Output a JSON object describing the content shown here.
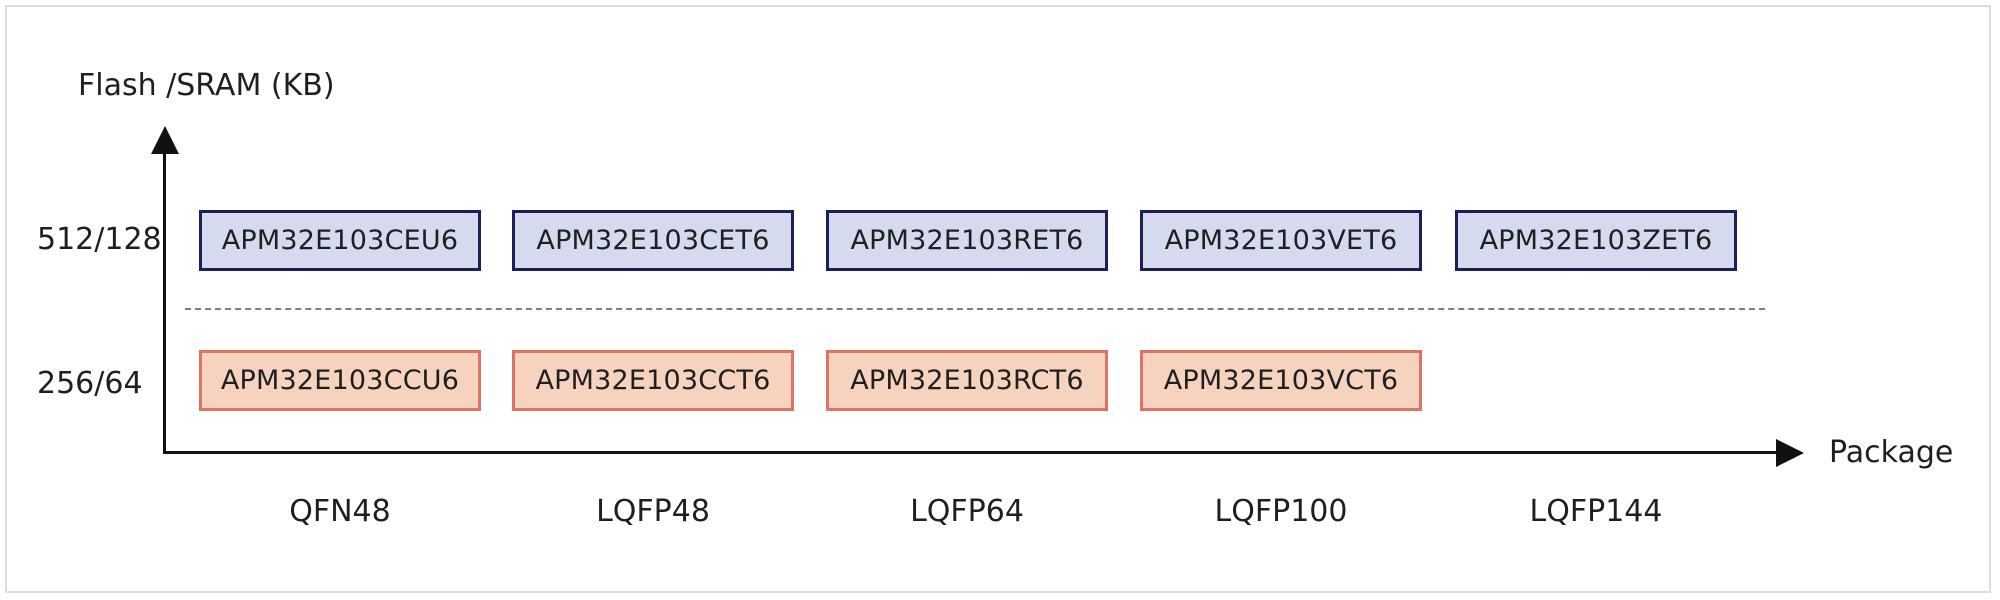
{
  "axes": {
    "y_title": "Flash /SRAM (KB)",
    "x_title": "Package"
  },
  "memory_levels": [
    "512/128",
    "256/64"
  ],
  "packages": [
    "QFN48",
    "LQFP48",
    "LQFP64",
    "LQFP100",
    "LQFP144"
  ],
  "parts_high": [
    "APM32E103CEU6",
    "APM32E103CET6",
    "APM32E103RET6",
    "APM32E103VET6",
    "APM32E103ZET6"
  ],
  "parts_low": [
    "APM32E103CCU6",
    "APM32E103CCT6",
    "APM32E103RCT6",
    "APM32E103VCT6"
  ],
  "colors": {
    "high_fill": "#d5daee",
    "high_border": "#1b2158",
    "low_fill": "#f6d3bf",
    "low_border": "#dd7463",
    "axis": "#111111",
    "separator": "#7e7e7e"
  }
}
